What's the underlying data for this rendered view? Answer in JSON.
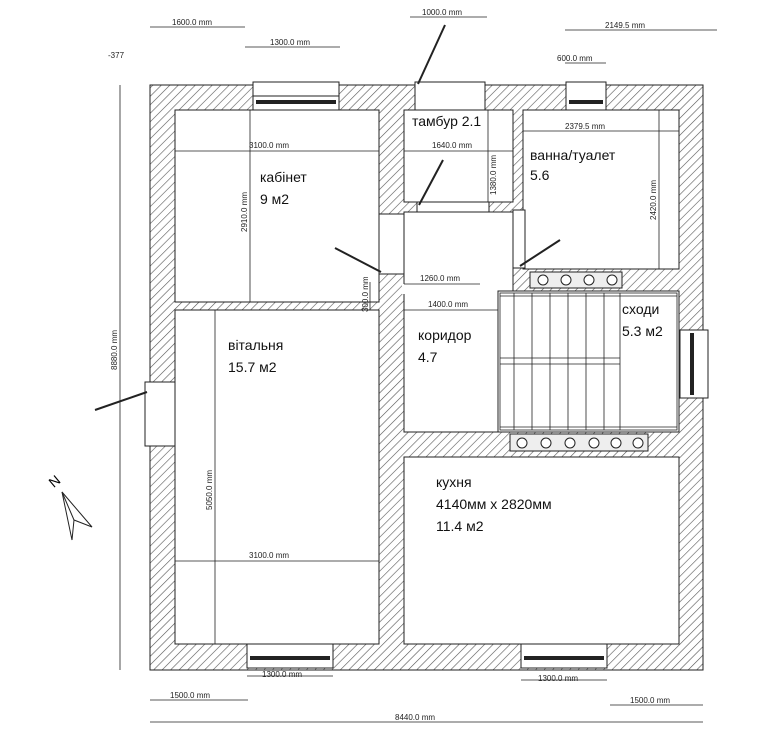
{
  "rooms": {
    "kabinet": {
      "name": "кабінет",
      "area": "9 м2"
    },
    "tambur": {
      "label": "тамбур 2.1"
    },
    "vanna": {
      "name": "ванна/туалет",
      "area": "5.6"
    },
    "vitalnya": {
      "name": "вітальня",
      "area": "15.7 м2"
    },
    "korydor": {
      "name": "коридор",
      "area": "4.7"
    },
    "skhody": {
      "name": "сходи",
      "area": "5.3 м2"
    },
    "kukhnya": {
      "name": "кухня",
      "size": "4140мм х 2820мм",
      "area": "11.4 м2"
    }
  },
  "dimensions": {
    "top_left_1600": "1600.0 mm",
    "top_1300": "1300.0 mm",
    "top_door_1000": "1000.0 mm",
    "top_right_2149": "2149.5 mm",
    "top_window_600": "600.0 mm",
    "small_377": "-377",
    "kabinet_width": "3100.0 mm",
    "tambur_width": "1640.0 mm",
    "vanna_width": "2379.5 mm",
    "kabinet_height": "2910.0 mm",
    "tambur_height": "1380.0 mm",
    "vanna_height": "2420.0 mm",
    "korydor_1260": "1260.0 mm",
    "small_300": "300.0 mm",
    "korydor_1400": "1400.0 mm",
    "total_height": "8880.0 mm",
    "vitalnya_height": "5050.0 mm",
    "vitalnya_width": "3100.0 mm",
    "bottom_window_left": "1300.0 mm",
    "bottom_window_right": "1300.0 mm",
    "bottom_left_1500": "1500.0 mm",
    "bottom_right_1500": "1500.0 mm",
    "total_width": "8440.0 mm"
  },
  "north_label": "N"
}
